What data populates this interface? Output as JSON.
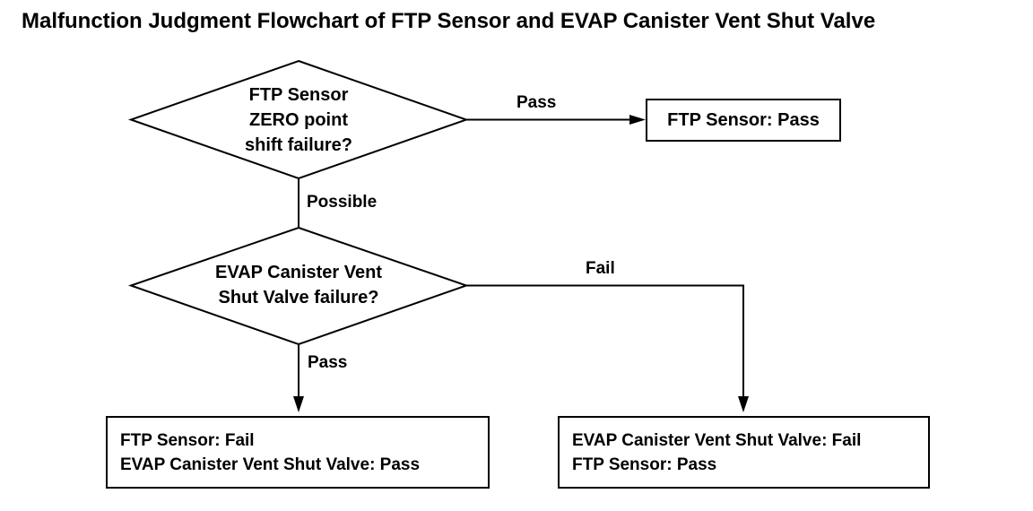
{
  "title": "Malfunction Judgment Flowchart of FTP Sensor and EVAP Canister Vent Shut Valve",
  "decisions": {
    "ftp_zero_shift": {
      "lines": [
        "FTP Sensor",
        "ZERO point",
        "shift failure?"
      ]
    },
    "evap_vent_valve": {
      "lines": [
        "EVAP Canister Vent",
        "Shut Valve failure?"
      ]
    }
  },
  "edge_labels": {
    "ftp_pass": "Pass",
    "ftp_possible": "Possible",
    "evap_fail": "Fail",
    "evap_pass": "Pass"
  },
  "results": {
    "ftp_pass_box": {
      "lines": [
        "FTP Sensor: Pass"
      ]
    },
    "ftp_fail_box": {
      "lines": [
        "FTP Sensor: Fail",
        "EVAP Canister Vent Shut Valve: Pass"
      ]
    },
    "evap_fail_box": {
      "lines": [
        "EVAP Canister Vent Shut Valve: Fail",
        "FTP Sensor: Pass"
      ]
    }
  },
  "colors": {
    "line": "#000000",
    "text": "#000000",
    "background": "#ffffff"
  }
}
